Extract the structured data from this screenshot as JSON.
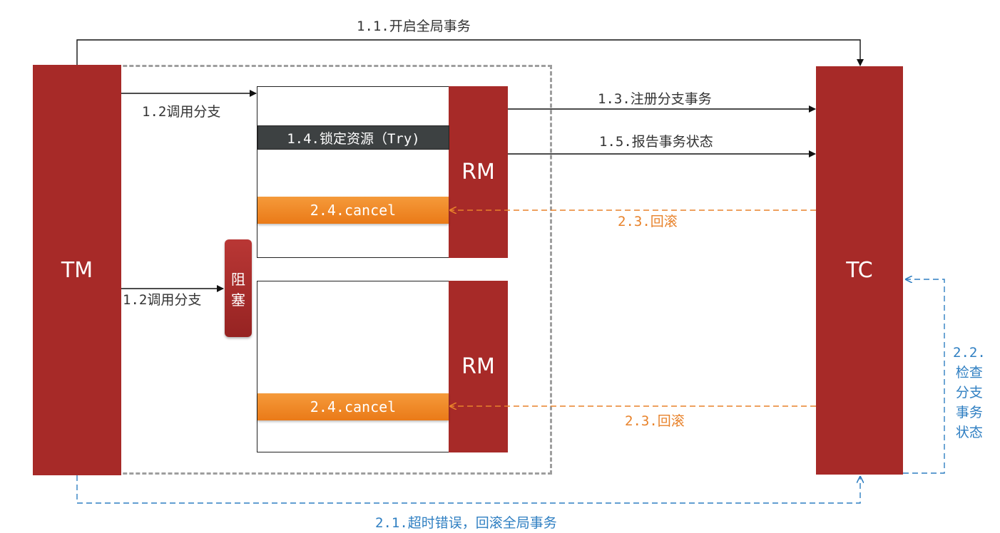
{
  "nodes": {
    "tm": "TM",
    "tc": "TC",
    "rm_top": "RM",
    "rm_bottom": "RM",
    "blocking_chars": [
      "阻",
      "塞"
    ]
  },
  "labels": {
    "begin_global": "1.1.开启全局事务",
    "call_branch_top": "1.2调用分支",
    "call_branch_bottom": "1.2调用分支",
    "register_branch": "1.3.注册分支事务",
    "lock_resource": "1.4.锁定资源（Try)",
    "report_status": "1.5.报告事务状态",
    "cancel_top": "2.4.cancel",
    "cancel_bottom": "2.4.cancel",
    "rollback_top": "2.3.回滚",
    "rollback_bottom": "2.3.回滚",
    "timeout_rollback": "2.1.超时错误，回滚全局事务",
    "check_branch_lines": [
      "2.2.",
      "检查",
      "分支",
      "事务",
      "状态"
    ]
  },
  "colors": {
    "block": "#a72a28",
    "cancel": "#ee841f",
    "rollback": "#e8822a",
    "check": "#2f7fc2",
    "frame": "#9e9e9e"
  }
}
